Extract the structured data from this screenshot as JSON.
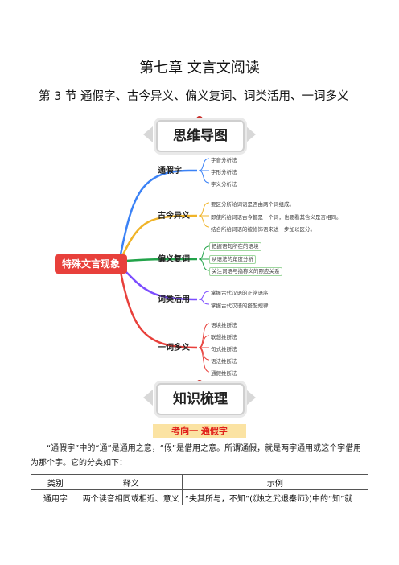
{
  "chapter_title": "第七章  文言文阅读",
  "section_title": "第 3 节  通假字、古今异义、偏义复词、词类活用、一词多义",
  "mindmap": {
    "banner_title": "思维导图",
    "center": "特殊文言现象",
    "branches": [
      {
        "label": "通假字",
        "color": "#3b82f6",
        "leaves": [
          "字音分析法",
          "字形分析法",
          "字义分析法"
        ]
      },
      {
        "label": "古今异义",
        "color": "#f0b429",
        "leaves": [
          "要区分所给词语是否由两个词组成。",
          "即使所给词语古今都是一个词，也要看其含义是否相同。",
          "结合所给词语的被修饰语来进一步加以区分。"
        ]
      },
      {
        "label": "偏义复词",
        "color": "#22a34a",
        "leaves": [
          "把握语句所在的语境",
          "从语法的角度分析",
          "关注词语与指称义的照应关系"
        ]
      },
      {
        "label": "词类活用",
        "color": "#7c4dff",
        "leaves": [
          "掌握古代汉语的正常语序",
          "掌握古代汉语的搭配规律"
        ]
      },
      {
        "label": "一词多义",
        "color": "#e8403b",
        "leaves": [
          "语境推断法",
          "联想推断法",
          "句式推断法",
          "语法推断法",
          "通假推断法"
        ]
      }
    ]
  },
  "knowledge_banner": "知识梳理",
  "kaoxiang": "考向一    通假字",
  "intro": "“通假字”中的“通”是通用之意，“假”是借用之意。所谓通假，就是两字通用或这个字借用为那个字。它的分类如下：",
  "table": {
    "headers": [
      "类别",
      "释义",
      "示例"
    ],
    "rows": [
      [
        "通用字",
        "两个读音相同或相近、意义",
        "“失其所与，不知”(《烛之武退秦师》)中的“知”就"
      ]
    ]
  }
}
